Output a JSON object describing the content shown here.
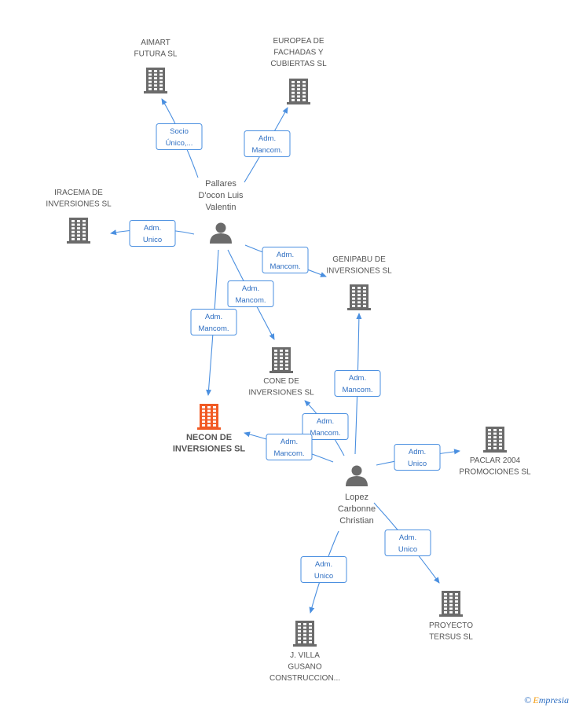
{
  "colors": {
    "edge": "#4a8fe0",
    "company": "#6b6b6b",
    "highlight": "#f15a24",
    "person": "#6b6b6b",
    "label": "#555555"
  },
  "nodes": [
    {
      "id": "aimart",
      "type": "company",
      "lines": [
        "AIMART",
        "FUTURA SL"
      ]
    },
    {
      "id": "europea",
      "type": "company",
      "lines": [
        "EUROPEA DE",
        "FACHADAS Y",
        "CUBIERTAS SL"
      ]
    },
    {
      "id": "iracema",
      "type": "company",
      "lines": [
        "IRACEMA DE",
        "INVERSIONES SL"
      ]
    },
    {
      "id": "genipabu",
      "type": "company",
      "lines": [
        "GENIPABU DE",
        "INVERSIONES SL"
      ]
    },
    {
      "id": "cone",
      "type": "company",
      "lines": [
        "CONE DE",
        "INVERSIONES SL"
      ]
    },
    {
      "id": "necon",
      "type": "company",
      "highlight": true,
      "lines": [
        "NECON DE",
        "INVERSIONES SL"
      ]
    },
    {
      "id": "paclar",
      "type": "company",
      "lines": [
        "PACLAR 2004",
        "PROMOCIONES SL"
      ]
    },
    {
      "id": "proyecto",
      "type": "company",
      "lines": [
        "PROYECTO",
        "TERSUS SL"
      ]
    },
    {
      "id": "villa",
      "type": "company",
      "lines": [
        "J.  VILLA",
        "GUSANO",
        "CONSTRUCCION..."
      ]
    },
    {
      "id": "pallares",
      "type": "person",
      "lines": [
        "Pallares",
        "D'ocon Luis",
        "Valentin"
      ]
    },
    {
      "id": "lopez",
      "type": "person",
      "lines": [
        "Lopez",
        "Carbonne",
        "Christian"
      ]
    }
  ],
  "edges": [
    {
      "id": "e1",
      "from": "pallares",
      "to": "aimart",
      "lines": [
        "Socio",
        "Único,..."
      ]
    },
    {
      "id": "e2",
      "from": "pallares",
      "to": "europea",
      "lines": [
        "Adm.",
        "Mancom."
      ]
    },
    {
      "id": "e3",
      "from": "pallares",
      "to": "iracema",
      "lines": [
        "Adm.",
        "Unico"
      ]
    },
    {
      "id": "e4",
      "from": "pallares",
      "to": "genipabu",
      "lines": [
        "Adm.",
        "Mancom."
      ]
    },
    {
      "id": "e5",
      "from": "pallares",
      "to": "cone",
      "lines": [
        "Adm.",
        "Mancom."
      ]
    },
    {
      "id": "e6",
      "from": "pallares",
      "to": "necon",
      "lines": [
        "Adm.",
        "Mancom."
      ]
    },
    {
      "id": "e7",
      "from": "lopez",
      "to": "genipabu",
      "lines": [
        "Adm.",
        "Mancom."
      ]
    },
    {
      "id": "e8",
      "from": "lopez",
      "to": "cone",
      "lines": [
        "Adm.",
        "Mancom."
      ]
    },
    {
      "id": "e9",
      "from": "lopez",
      "to": "necon",
      "lines": [
        "Adm.",
        "Mancom."
      ]
    },
    {
      "id": "e10",
      "from": "lopez",
      "to": "paclar",
      "lines": [
        "Adm.",
        "Unico"
      ]
    },
    {
      "id": "e11",
      "from": "lopez",
      "to": "proyecto",
      "lines": [
        "Adm.",
        "Unico"
      ]
    },
    {
      "id": "e12",
      "from": "lopez",
      "to": "villa",
      "lines": [
        "Adm.",
        "Unico"
      ]
    }
  ],
  "brand": {
    "copyright": "©",
    "first": "E",
    "rest": "mpresia"
  }
}
